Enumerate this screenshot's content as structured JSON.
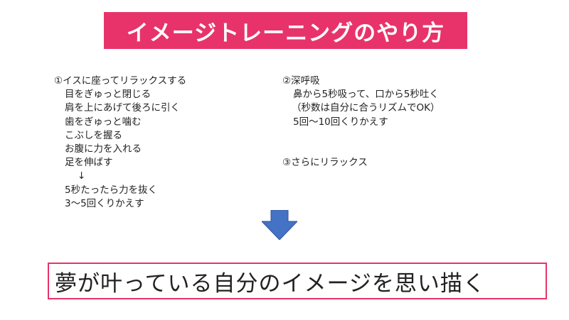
{
  "title": "イメージトレーニングのやり方",
  "step1": {
    "heading": "①イスに座ってリラックスする",
    "items": [
      "目をぎゅっと閉じる",
      "肩を上にあげて後ろに引く",
      "歯をぎゅっと噛む",
      "こぶしを握る",
      "お腹に力を入れる",
      "足を伸ばす"
    ],
    "arrow": "↓",
    "hold": "5秒たったら力を抜く",
    "repeat": "3〜5回くりかえす"
  },
  "step2": {
    "heading": "②深呼吸",
    "breath": "鼻から5秒吸って、口から5秒吐く",
    "note": "（秒数は自分に合うリズムでOK）",
    "repeat": "5回〜10回くりかえす"
  },
  "step3": {
    "heading": "③さらにリラックス"
  },
  "goal": "夢が叶っている自分のイメージを思い描く",
  "colors": {
    "accent": "#e8336a",
    "arrow": "#4472c4"
  },
  "icons": {
    "down_arrow": "down-arrow-icon"
  }
}
